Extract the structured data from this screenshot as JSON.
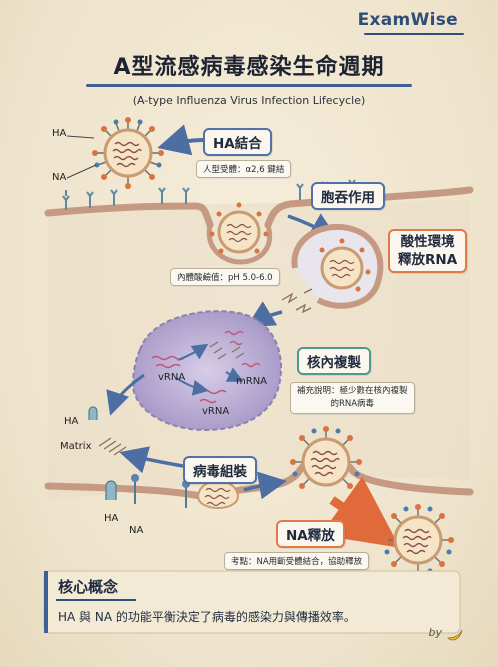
{
  "brand": "ExamWise",
  "title": "A型流感病毒感染生命週期",
  "subtitle": "(A-type Influenza Virus Infection Lifecycle)",
  "labels": {
    "ha_top": "HA",
    "na_top": "NA",
    "ha_binding": "HA結合",
    "receptor_note": "人型受體：α2,6 鍵結",
    "endocytosis": "胞吞作用",
    "acid_env_line1": "酸性環境",
    "acid_env_line2": "釋放RNA",
    "endosome_ph": "內體酸鹼值：pH 5.0-6.0",
    "nuclear_replication": "核內複製",
    "supplement_line1": "補充說明：極少數在核內複製",
    "supplement_line2": "的RNA病毒",
    "vrna_1": "vRNA",
    "vrna_2": "vRNA",
    "mrna": "mRNA",
    "ha_left": "HA",
    "matrix": "Matrix",
    "virus_assembly": "病毒組裝",
    "ha_bottom": "HA",
    "na_bottom": "NA",
    "na_release": "NA釋放",
    "exam_point": "考點：NA用斷受體結合，協助釋放"
  },
  "core": {
    "title": "核心概念",
    "text": "HA 與 NA 的功能平衡決定了病毒的感染力與傳播效率。"
  },
  "footer": {
    "by": "by"
  },
  "colors": {
    "accent_blue": "#3d5f93",
    "accent_orange": "#e07a47",
    "nucleus_purple": "#a99ac8",
    "membrane": "#c9a58e",
    "virus_shell": "#f5e6c8"
  }
}
